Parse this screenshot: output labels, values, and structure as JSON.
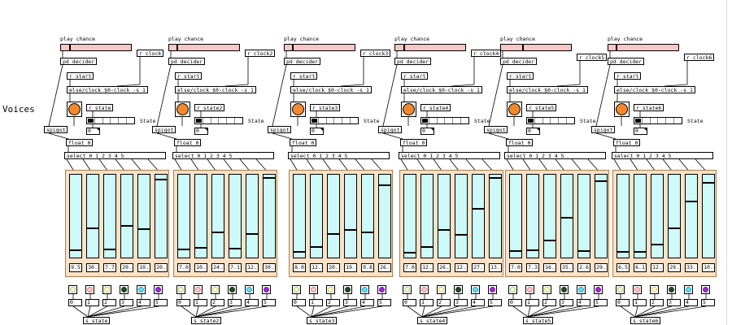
{
  "title": "Voices",
  "labels": {
    "play_chance": "play chance",
    "pd_decider": "pd decider",
    "r_start": "r start",
    "clock_cmd": "else/clock $0-clock -s 1",
    "state": "State",
    "spigot": "spigot",
    "float": "float 0",
    "select": "select 0 1 2 3 4 5",
    "zero": "0"
  },
  "voices": [
    {
      "r_clock": "r clock",
      "r_state": "r state",
      "s_state": "s state",
      "values": [
        "9.5",
        "30.",
        "7.7",
        "20.",
        "10.",
        "20."
      ],
      "levels": [
        0.08,
        0.35,
        0.09,
        0.38,
        0.34,
        0.95
      ],
      "chance": 0.12,
      "radio_on": 0
    },
    {
      "r_clock": "r clock2",
      "r_state": "r state2",
      "s_state": "s state2",
      "values": [
        "7.0",
        "10.",
        "24.",
        "7.1",
        "12.",
        "30."
      ],
      "levels": [
        0.09,
        0.11,
        0.3,
        0.1,
        0.28,
        0.97
      ],
      "chance": 0.1,
      "radio_on": 0
    },
    {
      "r_clock": "r clock3",
      "r_state": "r state3",
      "s_state": "s state3",
      "values": [
        "8.0",
        "12.",
        "20.",
        "19.",
        "9.8",
        "26."
      ],
      "levels": [
        0.06,
        0.12,
        0.28,
        0.33,
        0.3,
        0.88
      ],
      "chance": 0.1,
      "radio_on": 0
    },
    {
      "r_clock": "r clock4",
      "r_state": "r state4",
      "s_state": "s state4",
      "values": [
        "7.0",
        "12.",
        "26.",
        "12.",
        "27.",
        "13."
      ],
      "levels": [
        0.05,
        0.12,
        0.33,
        0.27,
        0.59,
        0.97
      ],
      "chance": 0.12,
      "radio_on": 0
    },
    {
      "r_clock": "r clock5",
      "r_state": "r state5",
      "s_state": "s state5",
      "values": [
        "7.0",
        "7.3",
        "16.",
        "35.",
        "2.6",
        "29."
      ],
      "levels": [
        0.07,
        0.08,
        0.2,
        0.48,
        0.07,
        0.93
      ],
      "chance": 0.3,
      "radio_on": 0
    },
    {
      "r_clock": "r clock6",
      "r_state": "r state6",
      "s_state": "s state6",
      "values": [
        "6.5",
        "6.1",
        "12.",
        "29.",
        "33.",
        "10."
      ],
      "levels": [
        0.06,
        0.06,
        0.15,
        0.35,
        0.68,
        0.91
      ],
      "chance": 0.1,
      "radio_on": 0
    }
  ],
  "toggle_colors": [
    "#f0ffd8",
    "#fcc8cc",
    "#fcfcc8",
    "#1f4a24",
    "#60e0f0",
    "#9b2bd6"
  ],
  "toggle_ring": [
    "#a8c878",
    "#e08080",
    "#c8c878",
    "#18381a",
    "#2aa0c0",
    "#7a1aa8"
  ]
}
